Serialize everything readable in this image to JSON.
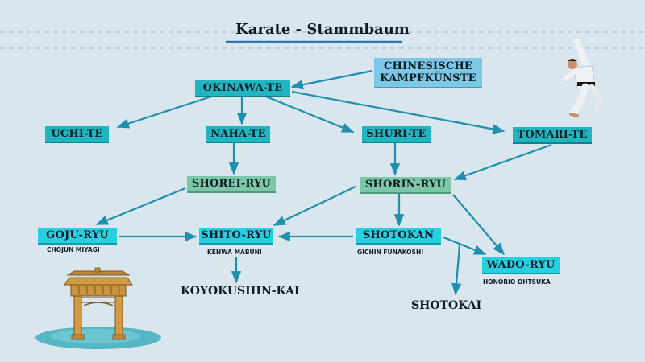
{
  "title": "Karate - Stammbaum",
  "colors": {
    "background": "#d9e6ee",
    "arrow": "#1f8fb0",
    "teal": "#1fb6c2",
    "green": "#7cc7a7",
    "blue": "#7cc8e6",
    "dash": "#a9c7d9"
  },
  "nodes": {
    "chinesische": "CHINESISCHE\nKAMPFKÜNSTE",
    "okinawa_te": "OKINAWA-TE",
    "uchi_te": "UCHI-TE",
    "naha_te": "NAHA-TE",
    "shuri_te": "SHURI-TE",
    "tomari_te": "TOMARI-TE",
    "shorei_ryu": "SHOREI-RYU",
    "shorin_ryu": "SHORIN-RYU",
    "goju_ryu": "GOJU-RYU",
    "shito_ryu": "SHITO-RYU",
    "shotokan": "SHOTOKAN",
    "wado_ryu": "WADO-RYU",
    "koyokushin_kai": "KOYOKUSHIN-KAI",
    "shotokai": "SHOTOKAI"
  },
  "founders": {
    "goju_ryu": "CHOJUN MIYAGI",
    "shito_ryu": "KENWA MABUNI",
    "shotokan": "GICHIN FUNAKOSHI",
    "wado_ryu": "HONORIO OHTSUKA"
  },
  "icons": [
    "karate-kick-figure-icon",
    "japanese-gate-icon"
  ]
}
